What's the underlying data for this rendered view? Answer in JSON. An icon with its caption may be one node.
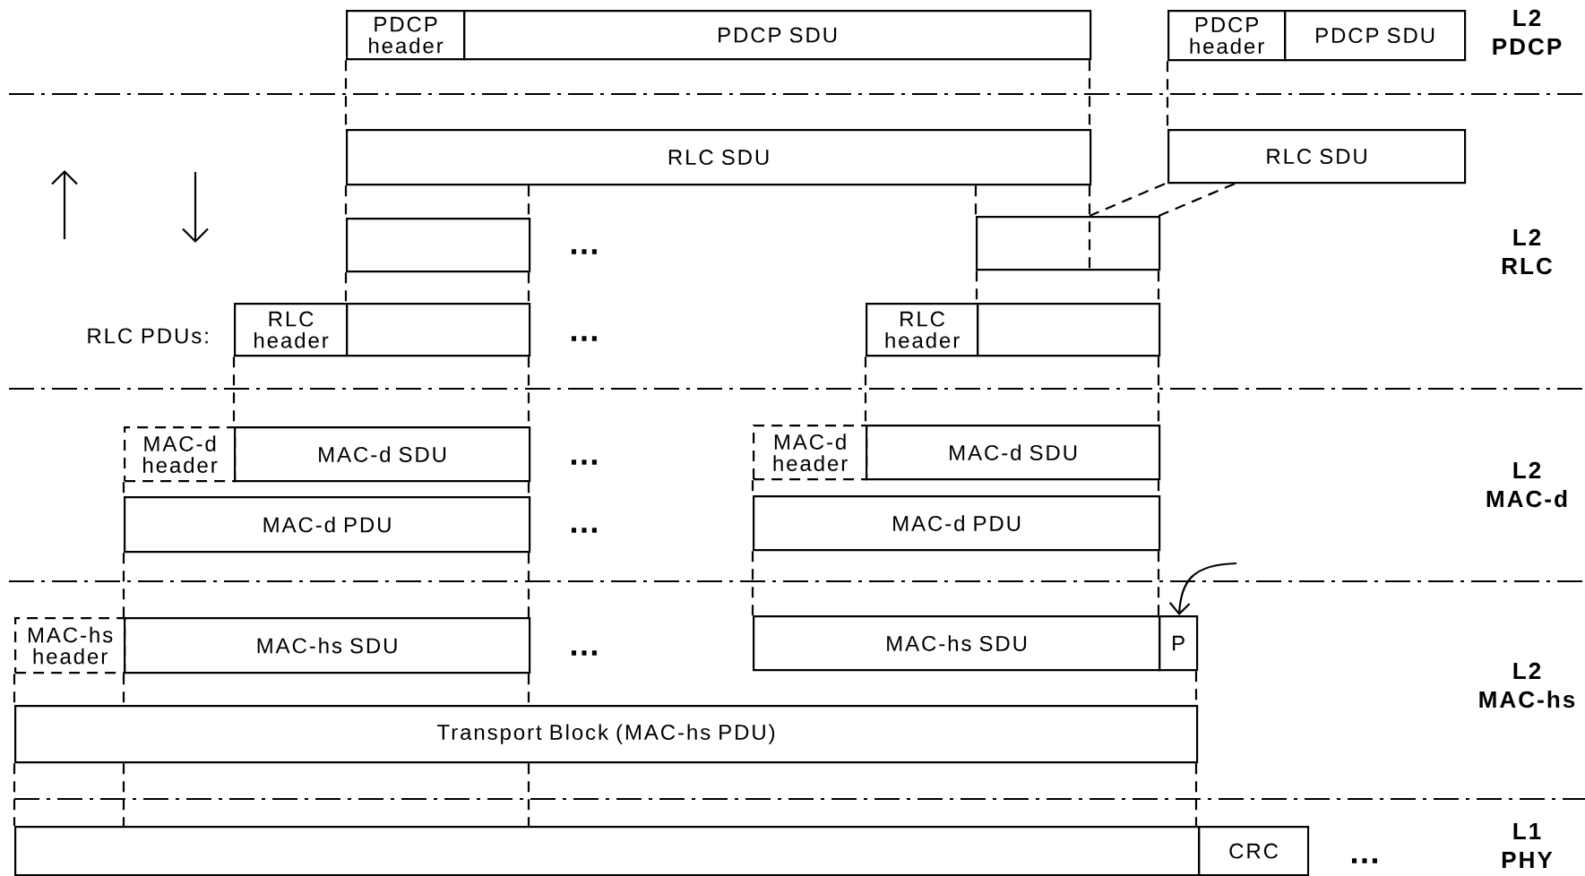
{
  "diagram": {
    "nodes": [
      {
        "text": [
          "PDCP header"
        ]
      },
      {
        "text": [
          "PDCP SDU"
        ]
      },
      {
        "text": [
          "PDCP header"
        ]
      },
      {
        "text": [
          "PDCP SDU"
        ]
      },
      {
        "text": [
          "RLC SDU"
        ]
      },
      {
        "text": [
          "RLC SDU"
        ]
      },
      {
        "text": [],
        "shape": "box"
      },
      {
        "text": [],
        "shape": "box"
      },
      {
        "text": [
          "RLC header"
        ]
      },
      {
        "text": [],
        "shape": "box"
      },
      {
        "text": [
          "RLC header"
        ]
      },
      {
        "text": [],
        "shape": "box"
      },
      {
        "text": [
          "MAC-d header"
        ]
      },
      {
        "text": [
          "MAC-d SDU"
        ]
      },
      {
        "text": [
          "MAC-d header"
        ]
      },
      {
        "text": [
          "MAC-d SDU"
        ]
      },
      {
        "text": [
          "MAC-d PDU"
        ]
      },
      {
        "text": [
          "MAC-d PDU"
        ]
      },
      {
        "text": [
          "MAC-hs header"
        ]
      },
      {
        "text": [
          "MAC-hs SDU"
        ]
      },
      {
        "text": [
          "MAC-hs SDU"
        ]
      },
      {
        "text": [
          "P"
        ]
      },
      {
        "text": [
          "Transport Block (MAC-hs PDU)"
        ]
      },
      {
        "text": [],
        "shape": "box"
      },
      {
        "text": [
          "CRC"
        ]
      }
    ],
    "edges": [
      {
        "from": 0,
        "to": 4,
        "arrow": "none",
        "style": "dashed"
      },
      {
        "from": 1,
        "to": 4,
        "arrow": "none",
        "style": "dashed"
      },
      {
        "from": 2,
        "to": 5,
        "arrow": "none",
        "style": "dashed"
      },
      {
        "from": 4,
        "to": 6,
        "arrow": "none",
        "style": "dashed"
      },
      {
        "from": 4,
        "to": 6,
        "arrow": "none",
        "style": "dashed"
      },
      {
        "from": 4,
        "to": 7,
        "arrow": "none",
        "style": "dashed"
      },
      {
        "from": 4,
        "to": 7,
        "arrow": "none",
        "style": "dashed"
      },
      {
        "from": 5,
        "to": 7,
        "arrow": "none",
        "style": "dashed"
      },
      {
        "from": 5,
        "to": 7,
        "arrow": "none",
        "style": "dashed"
      },
      {
        "from": 6,
        "to": 9,
        "arrow": "none",
        "style": "dashed"
      },
      {
        "from": 6,
        "to": 9,
        "arrow": "none",
        "style": "dashed"
      },
      {
        "from": 7,
        "to": 11,
        "arrow": "none",
        "style": "dashed"
      },
      {
        "from": 7,
        "to": 11,
        "arrow": "none",
        "style": "dashed"
      },
      {
        "from": 8,
        "to": 13,
        "arrow": "none",
        "style": "dashed"
      },
      {
        "from": 9,
        "to": 13,
        "arrow": "none",
        "style": "dashed"
      },
      {
        "from": 10,
        "to": 15,
        "arrow": "none",
        "style": "dashed"
      },
      {
        "from": 11,
        "to": 15,
        "arrow": "none",
        "style": "dashed"
      },
      {
        "from": 12,
        "to": 16,
        "arrow": "none",
        "style": "dashed"
      },
      {
        "from": 13,
        "to": 16,
        "arrow": "none",
        "style": "dashed"
      },
      {
        "from": 14,
        "to": 17,
        "arrow": "none",
        "style": "dashed"
      },
      {
        "from": 15,
        "to": 17,
        "arrow": "none",
        "style": "dashed"
      },
      {
        "from": 16,
        "to": 19,
        "arrow": "none",
        "style": "dashed"
      },
      {
        "from": 16,
        "to": 19,
        "arrow": "none",
        "style": "dashed"
      },
      {
        "from": 17,
        "to": 20,
        "arrow": "none",
        "style": "dashed"
      },
      {
        "from": 17,
        "to": 20,
        "arrow": "none",
        "style": "dashed"
      },
      {
        "from": 18,
        "to": 22,
        "arrow": "none",
        "style": "dashed"
      },
      {
        "from": 19,
        "to": 22,
        "arrow": "none",
        "style": "dashed"
      },
      {
        "from": 19,
        "to": 22,
        "arrow": "none",
        "style": "dashed"
      },
      {
        "from": 21,
        "to": 22,
        "arrow": "none",
        "style": "dashed"
      },
      {
        "from": 22,
        "to": 23,
        "arrow": "none",
        "style": "dashed"
      },
      {
        "from": 22,
        "to": 23,
        "arrow": "none",
        "style": "dashed"
      },
      {
        "from": 22,
        "to": 23,
        "arrow": "none",
        "style": "dashed"
      },
      {
        "from": 22,
        "to": 23,
        "arrow": "none",
        "style": "dashed"
      },
      {
        "from": null,
        "to": 21,
        "arrow": "to"
      }
    ],
    "labels": [
      "L2 PDCP",
      "…",
      "L2 RLC",
      "RLC PDUs:",
      "…",
      "…",
      "L2 MAC-d",
      "…",
      "…",
      "L2 MAC-hs",
      "L1 PHY",
      "…"
    ]
  }
}
